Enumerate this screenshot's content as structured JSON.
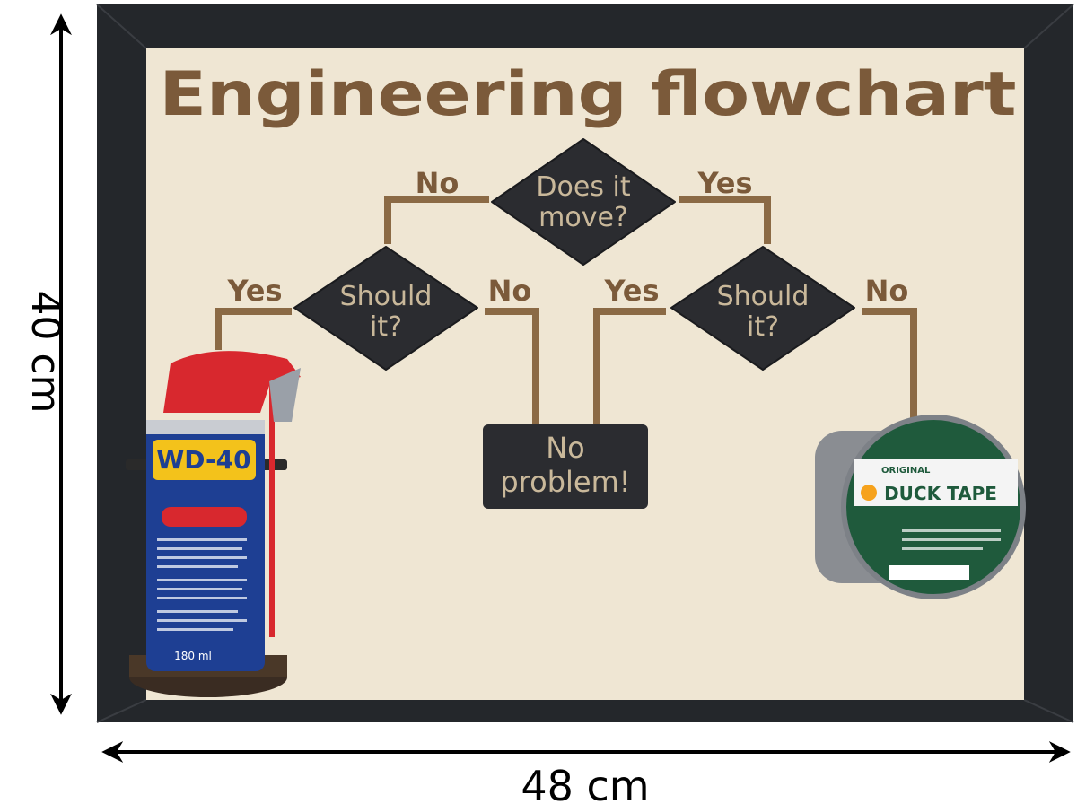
{
  "title": "Engineering flowchart",
  "flowchart": {
    "start": {
      "line1": "Does it",
      "line2": "move?"
    },
    "left_branch_label": "No",
    "right_branch_label": "Yes",
    "left_decision": {
      "line1": "Should",
      "line2": "it?",
      "yes_label": "Yes",
      "no_label": "No"
    },
    "right_decision": {
      "line1": "Should",
      "line2": "it?",
      "yes_label": "Yes",
      "no_label": "No"
    },
    "end": {
      "line1": "No",
      "line2": "problem!"
    }
  },
  "products": {
    "wd40": {
      "brand": "WD-40",
      "volume": "180 ml"
    },
    "tape": {
      "top_label": "ORIGINAL",
      "brand": "DUCK TAPE"
    }
  },
  "dimensions": {
    "height": "40 cm",
    "width": "48 cm"
  },
  "colors": {
    "frame": "#24272b",
    "wood": "#efe6d3",
    "engraving": "#7b5a3a",
    "plaque": "#2b2c30",
    "wd40_blue": "#1e3f93",
    "wd40_yellow": "#f3c21b",
    "wd40_red": "#d8282e",
    "tape_green": "#1f5a3c"
  }
}
